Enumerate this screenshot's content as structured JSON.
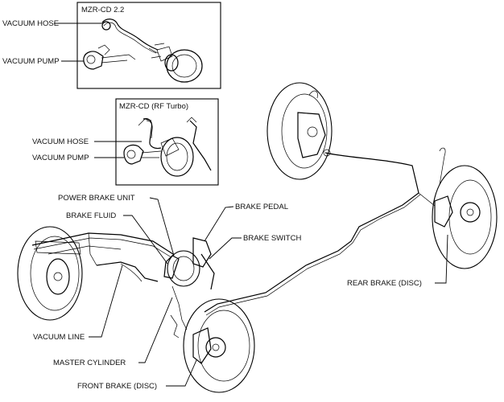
{
  "inset_top": {
    "title": "MZR-CD 2.2",
    "labels": {
      "hose": "VACUUM HOSE",
      "pump": "VACUUM PUMP"
    }
  },
  "inset_mid": {
    "title": "MZR-CD (RF Turbo)",
    "labels": {
      "hose": "VACUUM HOSE",
      "pump": "VACUUM PUMP"
    }
  },
  "callouts": {
    "power_brake_unit": "POWER BRAKE UNIT",
    "brake_fluid": "BRAKE FLUID",
    "brake_pedal": "BRAKE PEDAL",
    "brake_switch": "BRAKE SWITCH",
    "rear_brake": "REAR BRAKE (DISC)",
    "vacuum_line": "VACUUM LINE",
    "master_cylinder": "MASTER CYLINDER",
    "front_brake": "FRONT BRAKE (DISC)"
  }
}
